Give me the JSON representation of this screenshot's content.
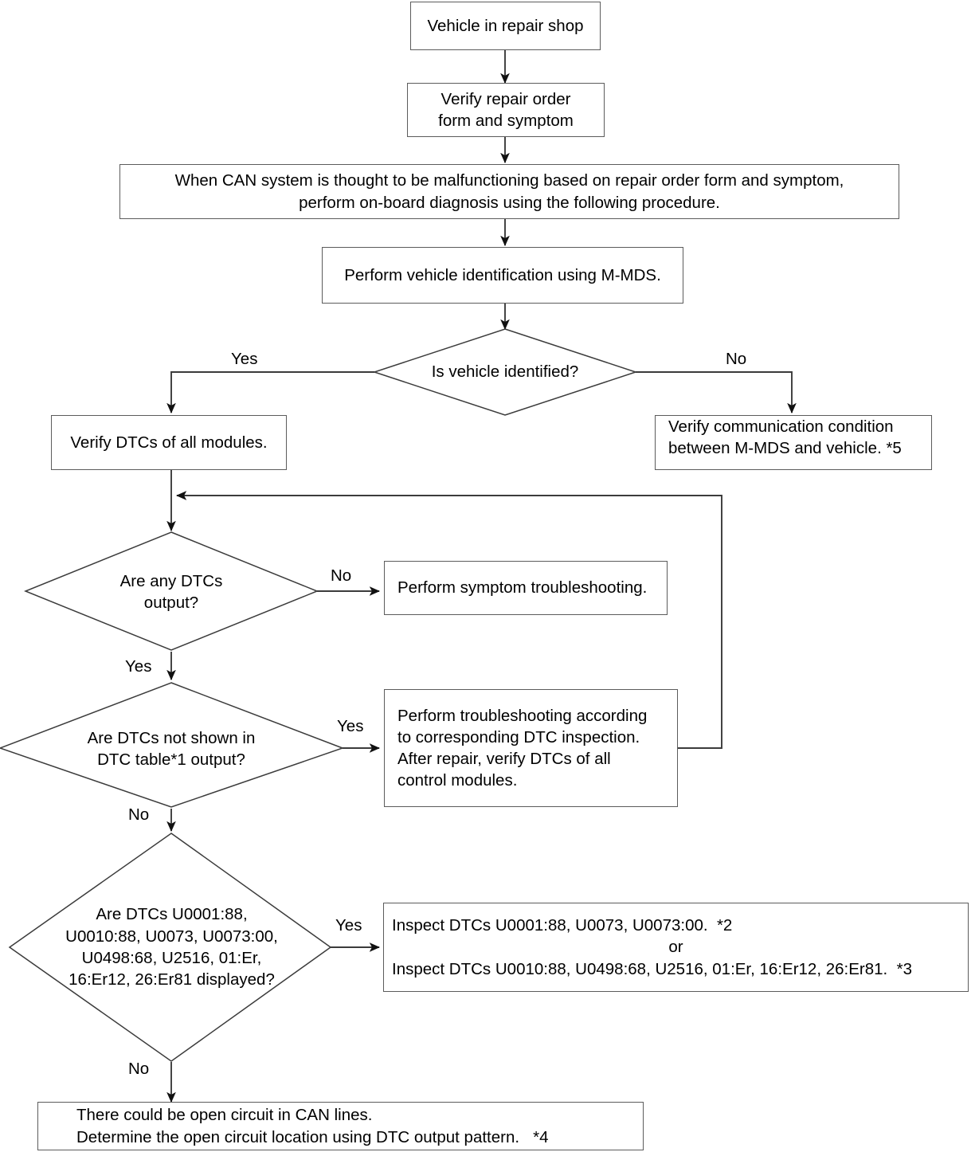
{
  "diagram": {
    "title": "CAN system on-board diagnosis flowchart",
    "stroke_color": "#5c5c5c",
    "line_color": "#3b3b3b",
    "text_color": "#000000",
    "background": "#ffffff"
  },
  "nodes": {
    "start": {
      "shape": "box",
      "text": "Vehicle in repair shop"
    },
    "verify_order": {
      "shape": "box",
      "line1": "Verify repair order",
      "line2": "form and symptom"
    },
    "can_note": {
      "shape": "box",
      "line1": "When CAN system is thought to be malfunctioning based on repair order form and symptom,",
      "line2": "perform on-board diagnosis using the following procedure."
    },
    "vehicle_id": {
      "shape": "box",
      "text": "Perform vehicle identification using M-MDS."
    },
    "is_identified": {
      "shape": "diamond",
      "text": "Is vehicle identified?"
    },
    "verify_dtcs_all": {
      "shape": "box",
      "text": "Verify DTCs of all modules."
    },
    "verify_comm": {
      "shape": "box",
      "line1": "Verify communication condition",
      "line2": "between M-MDS and vehicle. *5"
    },
    "any_dtcs": {
      "shape": "diamond",
      "line1": "Are any DTCs",
      "line2": "output?"
    },
    "symptom_ts": {
      "shape": "box",
      "text": "Perform symptom troubleshooting."
    },
    "dtcs_not_shown": {
      "shape": "diamond",
      "line1": "Are DTCs not shown in",
      "line2": "DTC table*1 output?"
    },
    "perform_ts": {
      "shape": "box",
      "line1": "Perform troubleshooting according",
      "line2": "to corresponding DTC inspection.",
      "line3": "After repair, verify DTCs of all",
      "line4": "control modules."
    },
    "dtc_list_question": {
      "shape": "diamond",
      "line1": "Are DTCs U0001:88,",
      "line2": "U0010:88, U0073, U0073:00,",
      "line3": "U0498:68, U2516, 01:Er,",
      "line4": "16:Er12, 26:Er81 displayed?"
    },
    "inspect_dtcs": {
      "shape": "box",
      "line1": "Inspect DTCs U0001:88, U0073, U0073:00.  *2",
      "line2": "or",
      "line3": "Inspect DTCs U0010:88, U0498:68, U2516, 01:Er, 16:Er12, 26:Er81.  *3"
    },
    "open_circuit": {
      "shape": "box",
      "line1": "There could be open circuit in CAN lines.",
      "line2": "Determine the open circuit location using DTC output pattern.   *4"
    }
  },
  "edge_labels": {
    "identified_yes": "Yes",
    "identified_no": "No",
    "any_dtcs_no": "No",
    "any_dtcs_yes": "Yes",
    "not_shown_yes": "Yes",
    "not_shown_no": "No",
    "dtc_list_yes": "Yes",
    "dtc_list_no": "No"
  }
}
